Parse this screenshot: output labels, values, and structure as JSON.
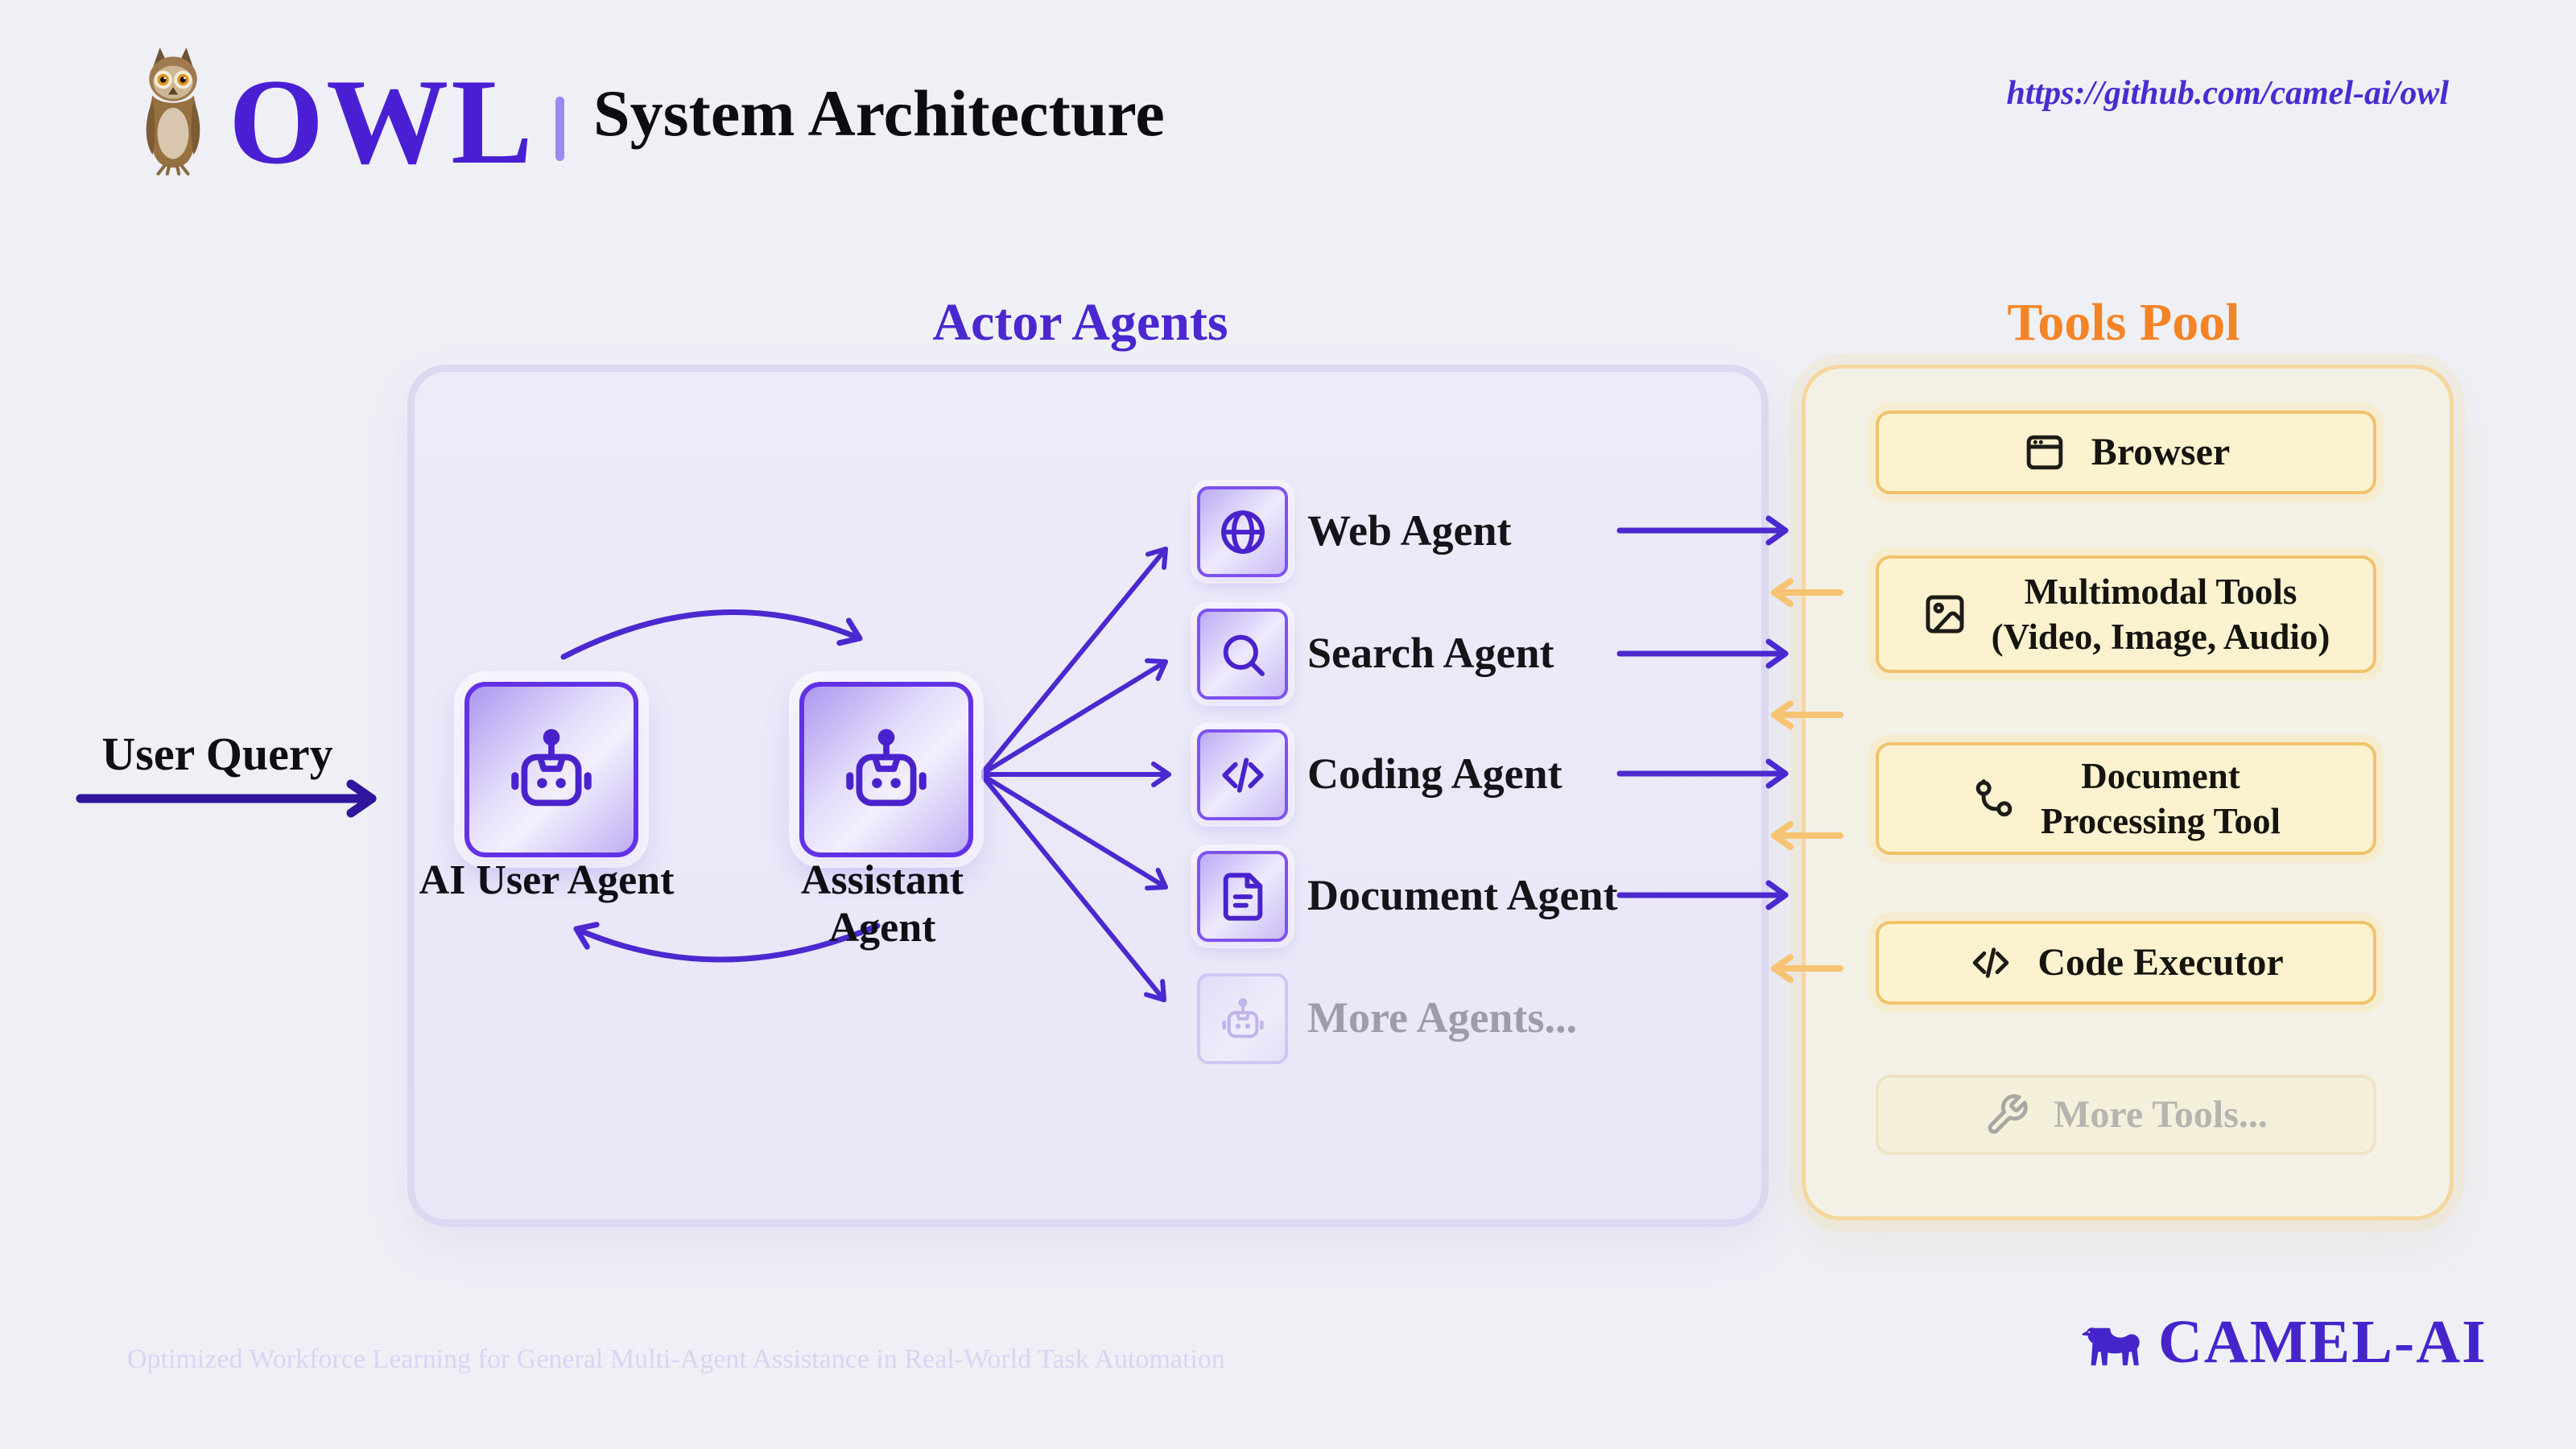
{
  "header": {
    "logo_text": "OWL",
    "title": "System Architecture",
    "url": "https://github.com/camel-ai/owl"
  },
  "actor_panel": {
    "heading": "Actor Agents",
    "user_query_label": "User Query",
    "ai_user_agent_label": "AI User Agent",
    "assistant_agent_label": "Assistant Agent",
    "agents": [
      {
        "label": "Web Agent",
        "icon": "globe-icon"
      },
      {
        "label": "Search Agent",
        "icon": "search-icon"
      },
      {
        "label": "Coding Agent",
        "icon": "code-icon"
      },
      {
        "label": "Document Agent",
        "icon": "file-text-icon"
      },
      {
        "label": "More Agents...",
        "icon": "robot-icon",
        "muted": true
      }
    ]
  },
  "tools_panel": {
    "heading": "Tools Pool",
    "tools": [
      {
        "label": "Browser",
        "icon": "browser-window-icon"
      },
      {
        "label_line1": "Multimodal Tools",
        "label_line2": "(Video, Image, Audio)",
        "icon": "image-icon"
      },
      {
        "label_line1": "Document",
        "label_line2": "Processing Tool",
        "icon": "git-branch-icon"
      },
      {
        "label": "Code Executor",
        "icon": "code-icon"
      },
      {
        "label": "More Tools...",
        "icon": "wrench-icon",
        "muted": true
      }
    ]
  },
  "footer": {
    "tagline": "Optimized Workforce Learning for General Multi-Agent Assistance in Real-World Task Automation",
    "brand": "CAMEL-AI"
  },
  "colors": {
    "page_background": "#eff0f6",
    "accent_purple": "#4a1fd4",
    "arrow_purple": "#4b28cf",
    "arrow_dark_indigo": "#2f149c",
    "arrow_orange": "#f6c472",
    "tools_heading_orange": "#f58427",
    "actor_panel_fill": "#eae7f7",
    "actor_panel_border": "#dcd8f2",
    "tools_panel_fill": "#f3f1e6",
    "tools_panel_border": "#f5d79e",
    "tool_card_fill": "#fdf2cf",
    "tool_card_border": "#f2c26a",
    "agent_card_border": "#6232e6",
    "muted_text_gray": "#9d9ca8",
    "brand_purple": "#4525cb"
  }
}
